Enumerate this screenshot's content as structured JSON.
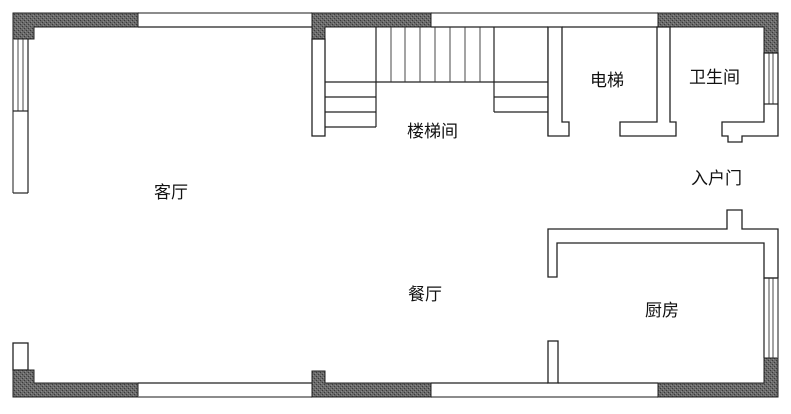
{
  "rooms": {
    "living_room": "客厅",
    "stairwell": "楼梯间",
    "elevator": "电梯",
    "bathroom": "卫生间",
    "entrance_door": "入户门",
    "dining_room": "餐厅",
    "kitchen": "厨房"
  },
  "colors": {
    "wall_stroke": "#222222",
    "hatch_fill": "#555555",
    "background": "#ffffff"
  }
}
